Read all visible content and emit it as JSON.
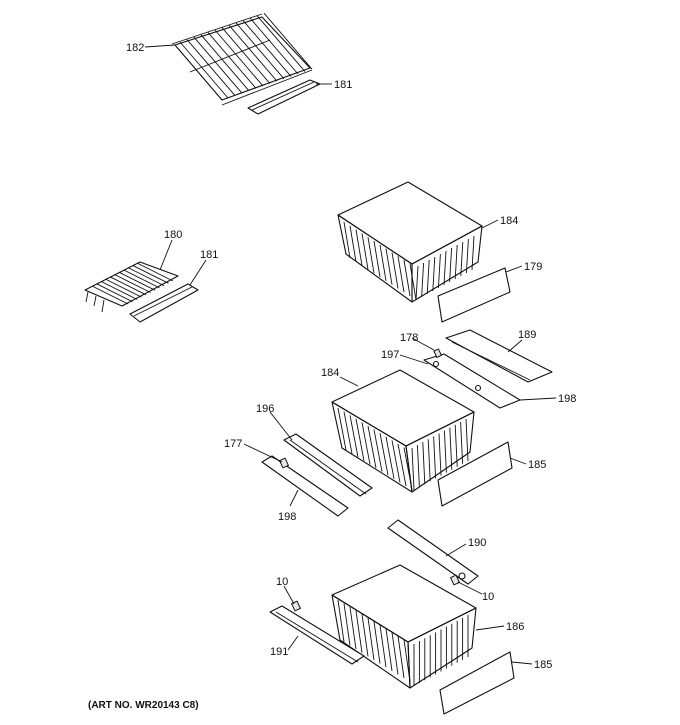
{
  "callouts": {
    "c182": "182",
    "c181a": "181",
    "c180": "180",
    "c181b": "181",
    "c184a": "184",
    "c179": "179",
    "c178": "178",
    "c189": "189",
    "c197": "197",
    "c198a": "198",
    "c184b": "184",
    "c196": "196",
    "c177": "177",
    "c185a": "185",
    "c198b": "198",
    "c190": "190",
    "c10a": "10",
    "c10b": "10",
    "c186": "186",
    "c191": "191",
    "c185b": "185"
  },
  "art_number": "(ART NO. WR20143 C8)"
}
